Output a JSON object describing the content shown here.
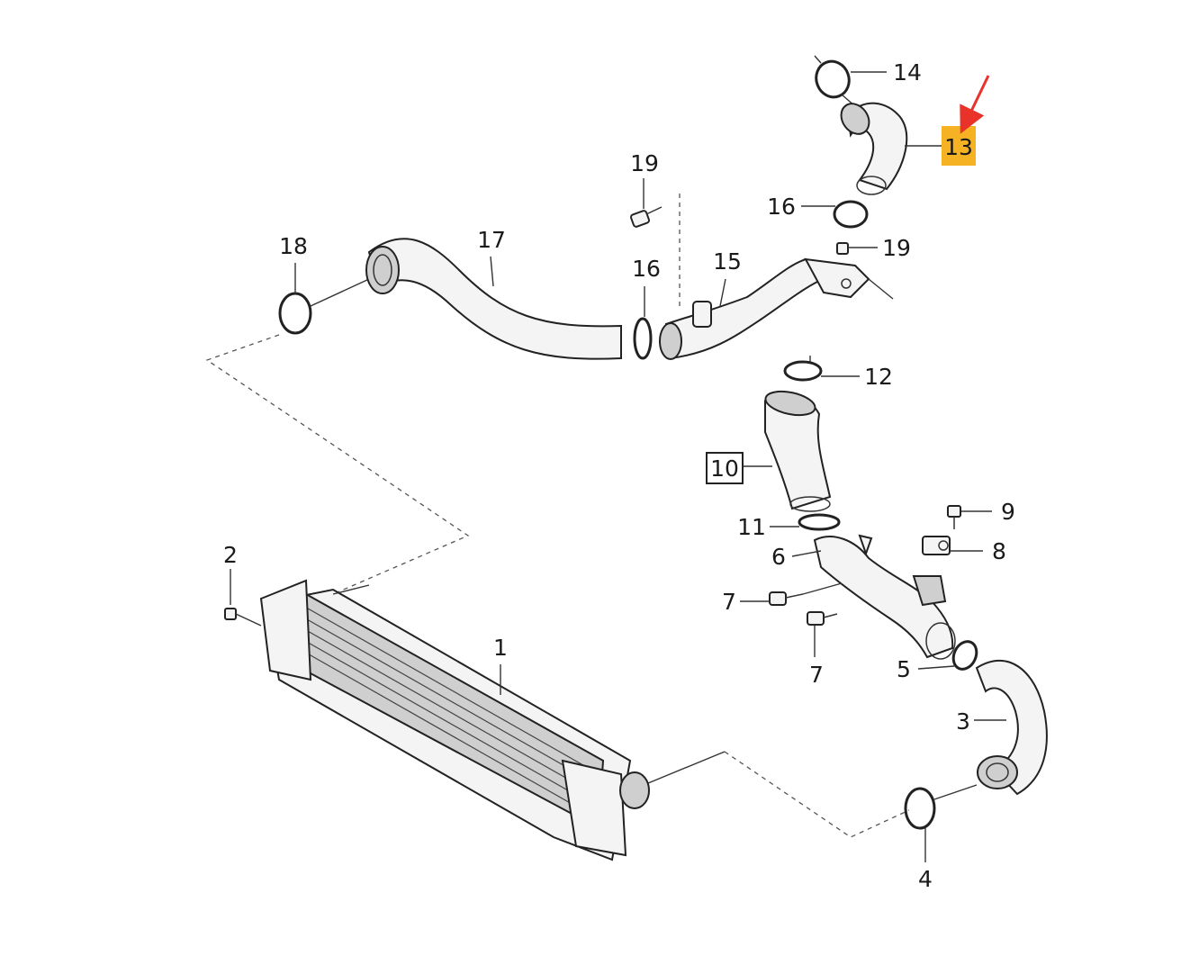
{
  "colors": {
    "highlight": "#f5b323",
    "arrow": "#e8322a",
    "line": "#222222",
    "background": "#ffffff"
  },
  "labels": {
    "p1": "1",
    "p2": "2",
    "p3": "3",
    "p4": "4",
    "p5": "5",
    "p6": "6",
    "p7a": "7",
    "p7b": "7",
    "p8": "8",
    "p9": "9",
    "p10": "10",
    "p11": "11",
    "p12": "12",
    "p13": "13",
    "p14": "14",
    "p15": "15",
    "p16a": "16",
    "p16b": "16",
    "p17": "17",
    "p18": "18",
    "p19a": "19",
    "p19b": "19"
  }
}
